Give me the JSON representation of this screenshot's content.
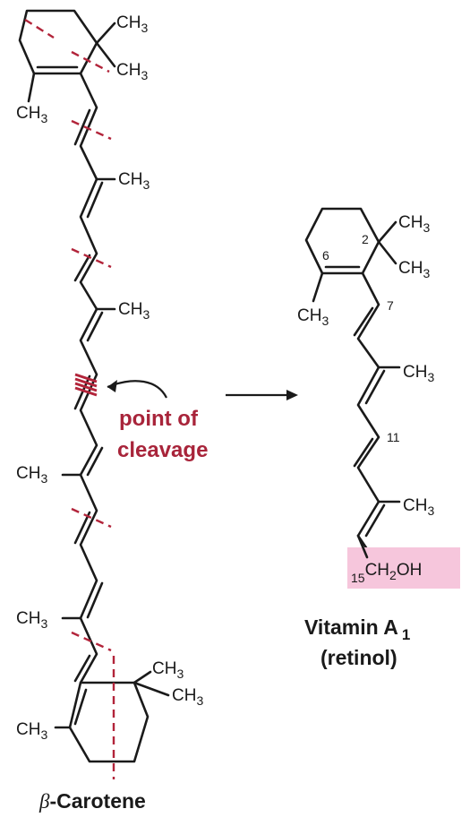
{
  "carotene": {
    "ch3": "CH",
    "sub3": "3",
    "beta": "β",
    "name": "-Carotene"
  },
  "cleavage": {
    "line1": "point of",
    "line2": "cleavage"
  },
  "retinol": {
    "ch3": "CH",
    "sub3": "3",
    "num_2": "2",
    "num_6": "6",
    "num_7": "7",
    "num_11": "11",
    "num_15": "15",
    "ch2oh_pre": "CH",
    "ch2oh_sub": "2",
    "ch2oh_post": "OH",
    "name": "Vitamin A",
    "name_sub": "1",
    "alias": "(retinol)"
  },
  "colors": {
    "cut_line": "#b2243a",
    "cleavage_text": "#a8243a",
    "highlight": "#f6c6dc"
  }
}
